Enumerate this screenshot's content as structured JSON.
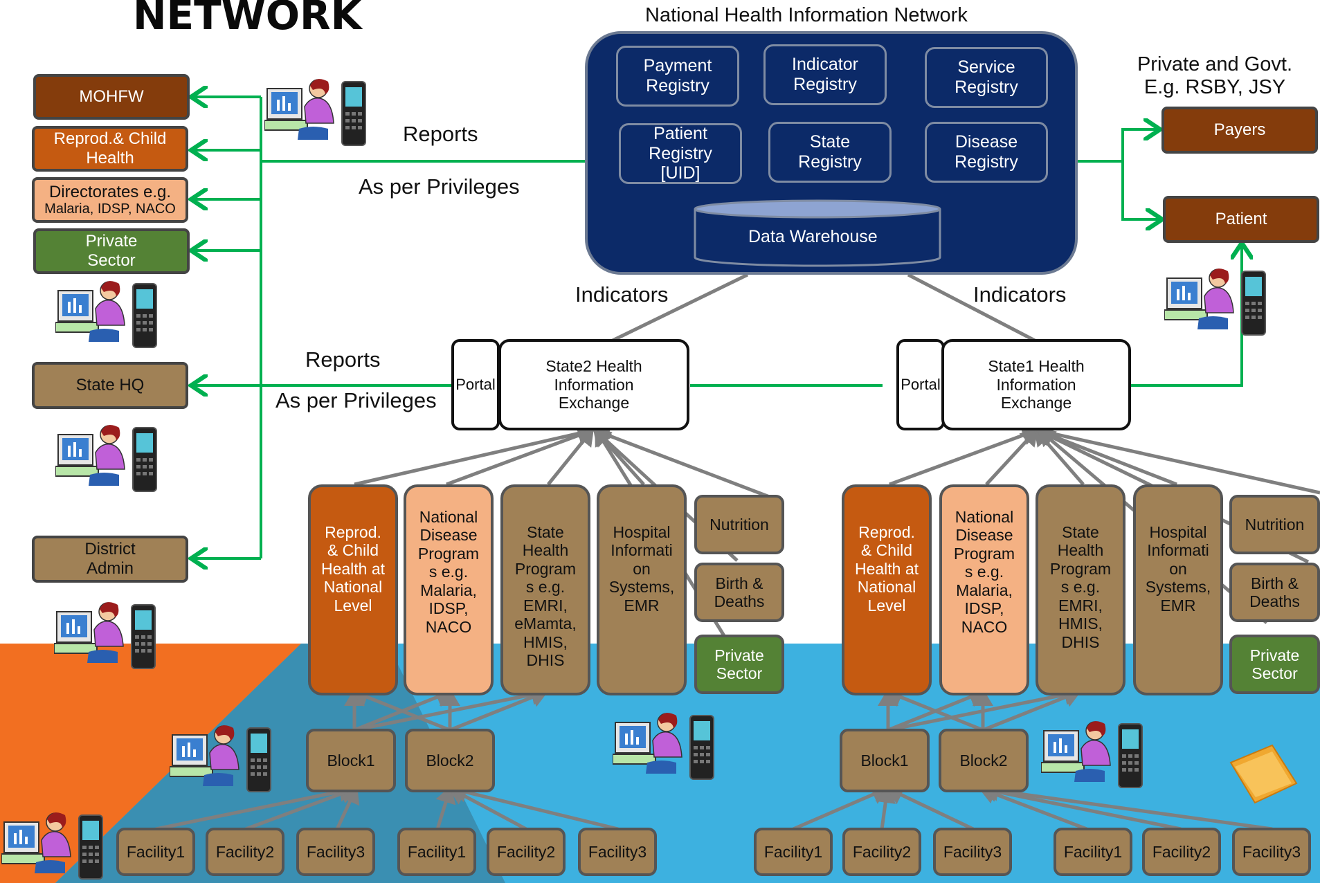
{
  "title": "NETWORK",
  "nhin": {
    "title": "National Health Information Network",
    "registries": [
      "Payment\nRegistry",
      "Indicator\nRegistry",
      "Service\nRegistry",
      "Patient\nRegistry\n[UID]",
      "State\nRegistry",
      "Disease\nRegistry"
    ],
    "warehouse": "Data Warehouse"
  },
  "payers_header": "Private and Govt.\nE.g. RSBY, JSY",
  "payers": "Payers",
  "patient": "Patient",
  "left_boxes": {
    "mohfw": "MOHFW",
    "rch": "Reprod.& Child\nHealth",
    "directorates_line1": "Directorates e.g.",
    "directorates_line2": "Malaria, IDSP, NACO",
    "private": "Private\nSector",
    "state_hq": "State HQ",
    "district": "District\nAdmin"
  },
  "labels": {
    "reports_top": "Reports",
    "privileges_top": "As per Privileges",
    "reports_mid": "Reports",
    "privileges_mid": "As per Privileges",
    "indicators_left": "Indicators",
    "indicators_right": "Indicators"
  },
  "portal": "Portal",
  "state2_hie": "State2 Health\nInformation\nExchange",
  "state1_hie": "State1 Health\nInformation\nExchange",
  "programs": {
    "rch": "Reprod.\n& Child\nHealth at\nNational\nLevel",
    "ndp": "National\nDisease\nProgram\ns e.g.\nMalaria,\nIDSP,\nNACO",
    "shp_left": "State\nHealth\nProgram\ns e.g.\nEMRI,\neMamta,\nHMIS,\nDHIS",
    "shp_right": "State\nHealth\nProgram\ns e.g.\nEMRI,\nHMIS,\nDHIS",
    "his": "Hospital\nInformati\non\nSystems,\nEMR",
    "nutrition": "Nutrition",
    "birth": "Birth &\nDeaths",
    "private": "Private\nSector"
  },
  "blocks": [
    "Block1",
    "Block2"
  ],
  "facilities": [
    "Facility1",
    "Facility2",
    "Facility3"
  ],
  "colors": {
    "green_line": "#00b050",
    "gray_arrow": "#7f7f7f",
    "navy": "#0c2a68",
    "mohfw": "#843c0c",
    "rch": "#c55a11",
    "directorates": "#f4b183",
    "private": "#548235",
    "tan": "#a08156",
    "blue_bg": "#3db1e0",
    "orange_bg": "#f26f21",
    "teal_bg": "#3a8fb2"
  }
}
